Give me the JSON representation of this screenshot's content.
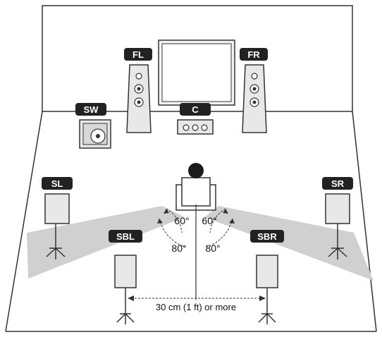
{
  "labels": {
    "fl": "FL",
    "fr": "FR",
    "c": "C",
    "sw": "SW",
    "sl": "SL",
    "sr": "SR",
    "sbl": "SBL",
    "sbr": "SBR"
  },
  "angles": {
    "front_left": "60°",
    "front_right": "60°",
    "back_left": "80°",
    "back_right": "80°"
  },
  "distance_note": "30 cm (1 ft) or more",
  "colors": {
    "label_bg": "#222222",
    "label_text": "#ffffff",
    "room_line": "#333333",
    "listening_zone": "#d0d0d0",
    "speaker_fill": "#e8e8e8",
    "speaker_stroke": "#333333"
  },
  "icons": {
    "tv": "tv-screen-icon",
    "listener": "listener-head-icon",
    "chair": "chair-icon",
    "speaker_base": "speaker-stand-base-icon"
  }
}
